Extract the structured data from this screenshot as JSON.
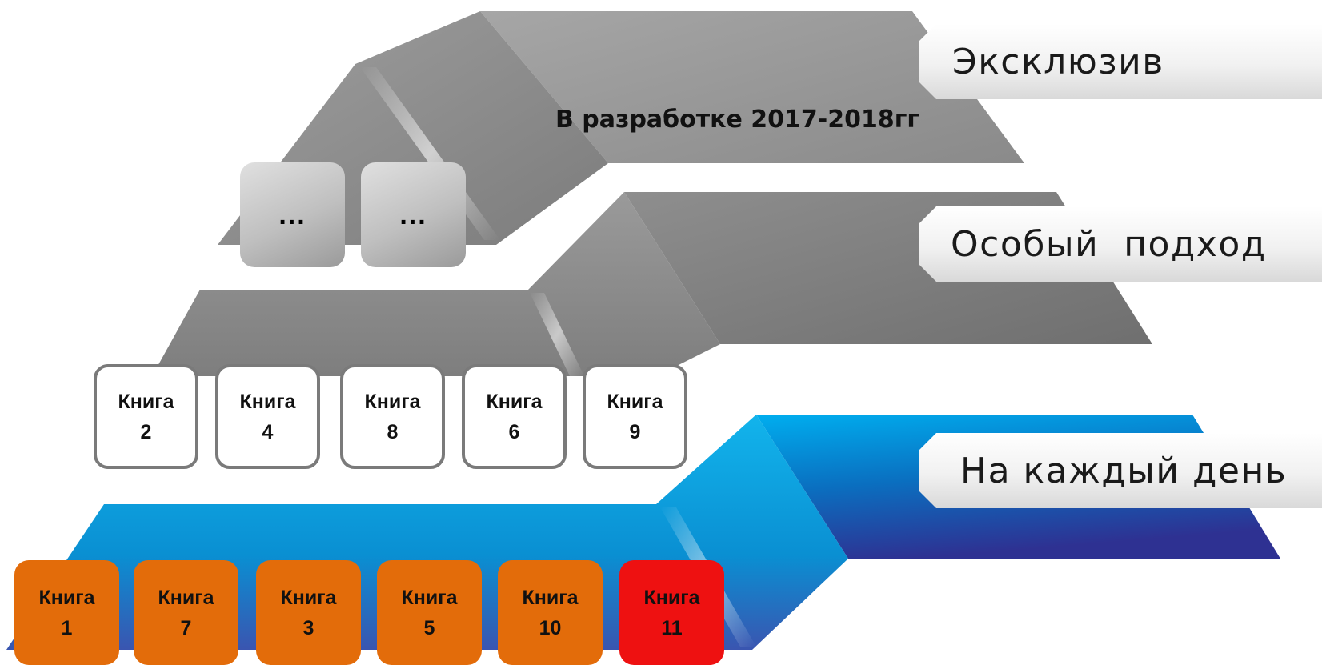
{
  "tiers": [
    {
      "label": "Эксклюзив"
    },
    {
      "label": "Особый  подход"
    },
    {
      "label": "На каждый день"
    }
  ],
  "development_note": "В разработке 2017-2018гг",
  "top_row": [
    {
      "text": "..."
    },
    {
      "text": "..."
    }
  ],
  "middle_row": [
    {
      "line1": "Книга",
      "line2": "2"
    },
    {
      "line1": "Книга",
      "line2": "4"
    },
    {
      "line1": "Книга",
      "line2": "8"
    },
    {
      "line1": "Книга",
      "line2": "6"
    },
    {
      "line1": "Книга",
      "line2": "9"
    }
  ],
  "bottom_row": [
    {
      "line1": "Книга",
      "line2": "1"
    },
    {
      "line1": "Книга",
      "line2": "7"
    },
    {
      "line1": "Книга",
      "line2": "3"
    },
    {
      "line1": "Книга",
      "line2": "5"
    },
    {
      "line1": "Книга",
      "line2": "10"
    },
    {
      "line1": "Книга",
      "line2": "11"
    }
  ],
  "colors": {
    "orange": "#e36c0a",
    "red": "#ee1111",
    "blue_light": "#00a8e6",
    "blue_dark": "#2e3192",
    "grey": "#8c8c8c"
  }
}
